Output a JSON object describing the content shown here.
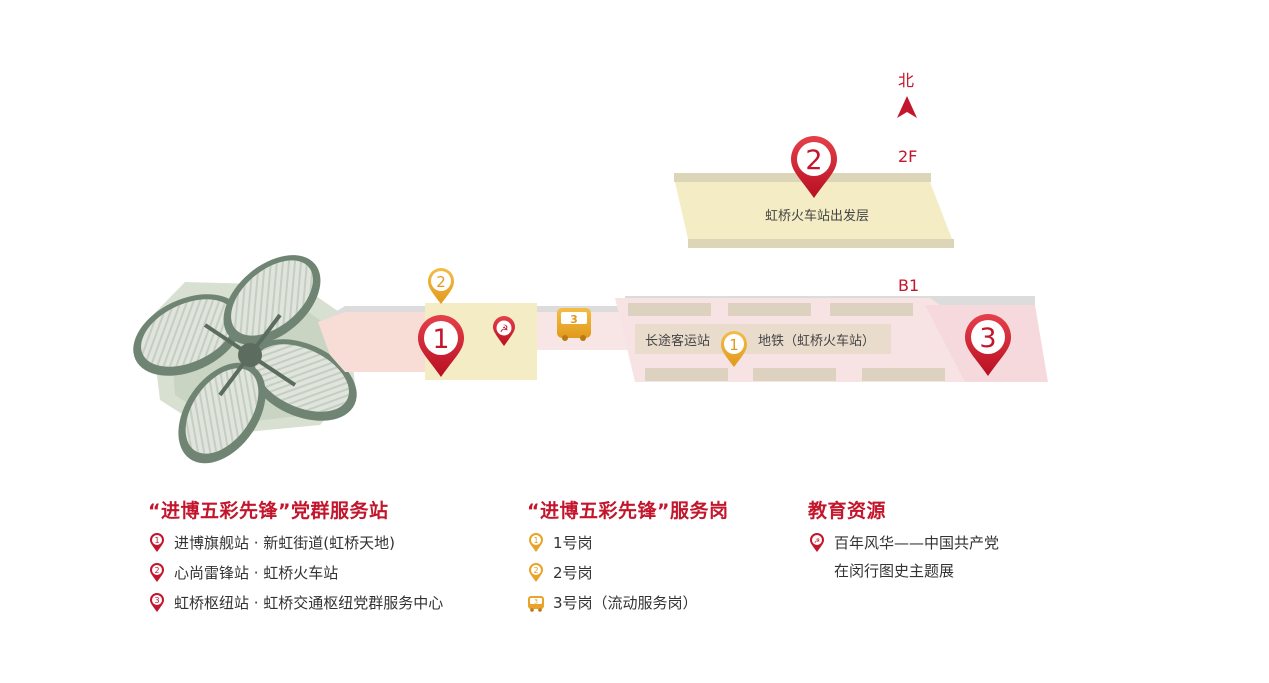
{
  "map": {
    "north_label": "北",
    "floor_2f": "2F",
    "floor_b1": "B1",
    "hall_2f_label": "虹桥火车站出发层",
    "b1_left_label": "长途客运站",
    "b1_right_label": "地铁（虹桥火车站）",
    "pins": {
      "party_1": "1",
      "party_2": "2",
      "party_3": "3",
      "service_1": "1",
      "service_2": "2",
      "service_3": "3"
    }
  },
  "legend_party": {
    "title": "“进博五彩先锋”党群服务站",
    "items": [
      {
        "num": "1",
        "text": "进博旗舰站 · 新虹街道(虹桥天地)"
      },
      {
        "num": "2",
        "text": "心尚雷锋站 · 虹桥火车站"
      },
      {
        "num": "3",
        "text": "虹桥枢纽站 · 虹桥交通枢纽党群服务中心"
      }
    ]
  },
  "legend_service": {
    "title": "“进博五彩先锋”服务岗",
    "items": [
      {
        "num": "1",
        "text": "1号岗"
      },
      {
        "num": "2",
        "text": "2号岗"
      },
      {
        "num": "3",
        "text": "3号岗（流动服务岗）"
      }
    ]
  },
  "legend_edu": {
    "title": "教育资源",
    "line1": "百年风华——中国共产党",
    "line2": "在闵行图史主题展"
  },
  "colors": {
    "party_red": "#c3152c",
    "service_orange": "#e9a328",
    "hall_beige": "#f3ecc4",
    "b1_pink": "#f8e6e6"
  }
}
